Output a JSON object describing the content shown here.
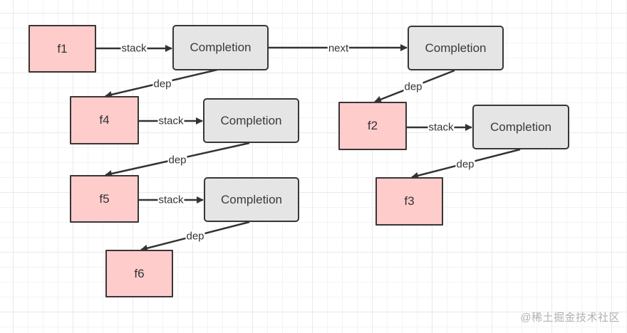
{
  "diagram": {
    "nodes": [
      {
        "id": "f1",
        "label": "f1",
        "kind": "future"
      },
      {
        "id": "c1",
        "label": "Completion",
        "kind": "completion"
      },
      {
        "id": "c2",
        "label": "Completion",
        "kind": "completion"
      },
      {
        "id": "f4",
        "label": "f4",
        "kind": "future"
      },
      {
        "id": "c3",
        "label": "Completion",
        "kind": "completion"
      },
      {
        "id": "f2",
        "label": "f2",
        "kind": "future"
      },
      {
        "id": "c4",
        "label": "Completion",
        "kind": "completion"
      },
      {
        "id": "f5",
        "label": "f5",
        "kind": "future"
      },
      {
        "id": "c5",
        "label": "Completion",
        "kind": "completion"
      },
      {
        "id": "f3",
        "label": "f3",
        "kind": "future"
      },
      {
        "id": "f6",
        "label": "f6",
        "kind": "future"
      }
    ],
    "edges": [
      {
        "from": "f1",
        "to": "c1",
        "label": "stack"
      },
      {
        "from": "c1",
        "to": "c2",
        "label": "next"
      },
      {
        "from": "c1",
        "to": "f4",
        "label": "dep"
      },
      {
        "from": "f4",
        "to": "c3",
        "label": "stack"
      },
      {
        "from": "c3",
        "to": "f5",
        "label": "dep"
      },
      {
        "from": "f5",
        "to": "c5",
        "label": "stack"
      },
      {
        "from": "c5",
        "to": "f6",
        "label": "dep"
      },
      {
        "from": "c2",
        "to": "f2",
        "label": "dep"
      },
      {
        "from": "f2",
        "to": "c4",
        "label": "stack"
      },
      {
        "from": "c4",
        "to": "f3",
        "label": "dep"
      }
    ],
    "colors": {
      "future_fill": "#ffcccc",
      "completion_fill": "#e5e5e5",
      "stroke": "#3b3535"
    }
  },
  "watermark": "@稀土掘金技术社区"
}
